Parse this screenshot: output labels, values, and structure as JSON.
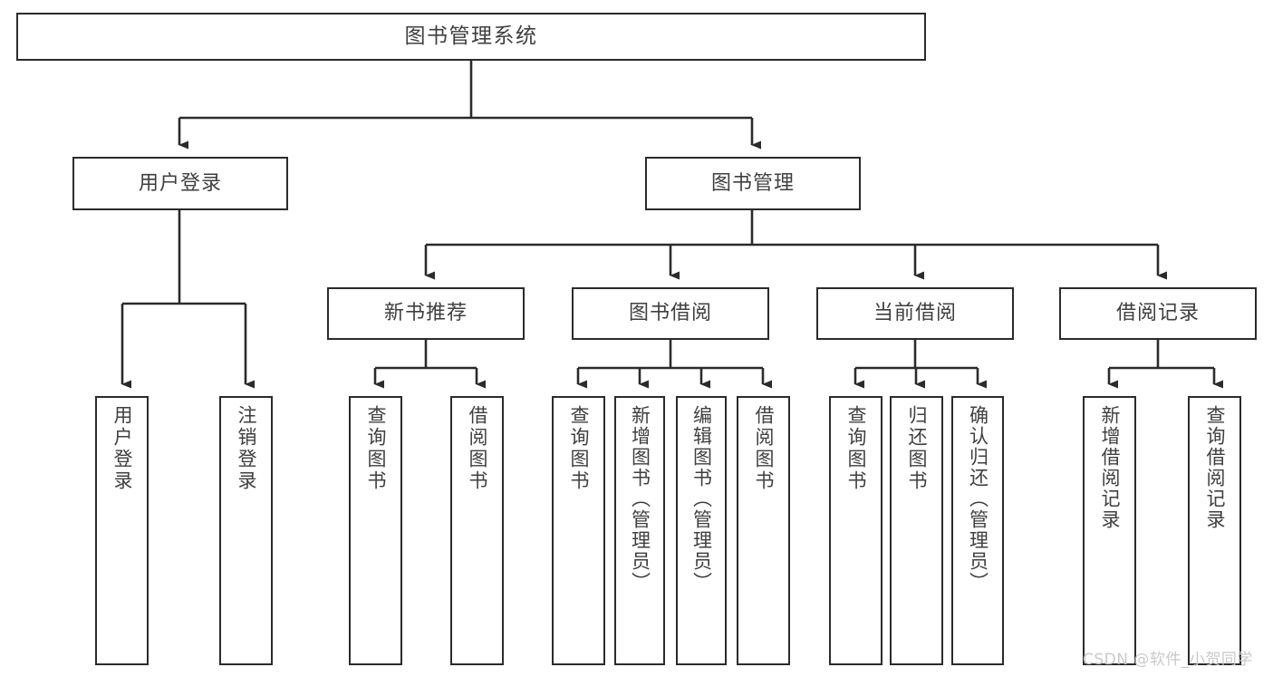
{
  "diagram": {
    "type": "tree-hierarchy",
    "title": "图书管理系统",
    "root": {
      "id": "root",
      "label": "图书管理系统"
    },
    "level2": [
      {
        "id": "user-login",
        "label": "用户登录"
      },
      {
        "id": "book-management",
        "label": "图书管理"
      }
    ],
    "level3": [
      {
        "id": "new-book-recommend",
        "label": "新书推荐",
        "parent": "book-management"
      },
      {
        "id": "book-borrow",
        "label": "图书借阅",
        "parent": "book-management"
      },
      {
        "id": "current-borrow",
        "label": "当前借阅",
        "parent": "book-management"
      },
      {
        "id": "borrow-record",
        "label": "借阅记录",
        "parent": "book-management"
      }
    ],
    "leaves": [
      {
        "id": "leaf-user-login",
        "label": "用户登录",
        "parent": "user-login"
      },
      {
        "id": "leaf-logout-login",
        "label": "注销登录",
        "parent": "user-login"
      },
      {
        "id": "leaf-query-book-1",
        "label": "查询图书",
        "parent": "new-book-recommend"
      },
      {
        "id": "leaf-borrow-book-1",
        "label": "借阅图书",
        "parent": "new-book-recommend"
      },
      {
        "id": "leaf-query-book-2",
        "label": "查询图书",
        "parent": "book-borrow"
      },
      {
        "id": "leaf-add-book",
        "label": "新增图书（管理员）",
        "parent": "book-borrow"
      },
      {
        "id": "leaf-edit-book",
        "label": "编辑图书（管理员）",
        "parent": "book-borrow"
      },
      {
        "id": "leaf-borrow-book-2",
        "label": "借阅图书",
        "parent": "book-borrow"
      },
      {
        "id": "leaf-query-book-3",
        "label": "查询图书",
        "parent": "current-borrow"
      },
      {
        "id": "leaf-return-book",
        "label": "归还图书",
        "parent": "current-borrow"
      },
      {
        "id": "leaf-confirm-return",
        "label": "确认归还（管理员）",
        "parent": "current-borrow"
      },
      {
        "id": "leaf-add-record",
        "label": "新增借阅记录",
        "parent": "borrow-record"
      },
      {
        "id": "leaf-query-record",
        "label": "查询借阅记录",
        "parent": "borrow-record"
      }
    ],
    "colors": {
      "background": "#ffffff",
      "box_border": "#2b2b2b",
      "box_fill": "#ffffff",
      "text": "#3f3f3f",
      "connector": "#2b2b2b",
      "watermark": "#c9c9c9"
    }
  },
  "watermark": {
    "text": "CSDN @软件_小贺同学"
  }
}
